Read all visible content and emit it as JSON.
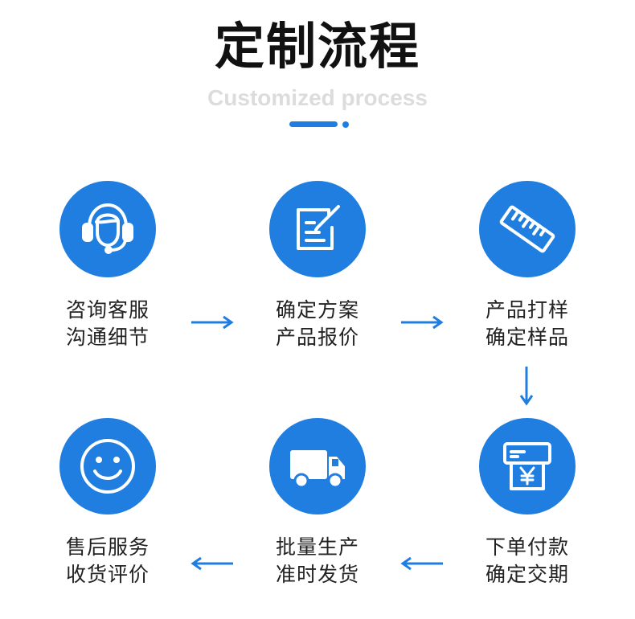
{
  "header": {
    "title": "定制流程",
    "subtitle": "Customized process"
  },
  "colors": {
    "accent": "#1f7ee0",
    "text": "#222222",
    "subtitle": "#dcdcdc"
  },
  "steps": [
    {
      "icon": "headset-support-icon",
      "line1": "咨询客服",
      "line2": "沟通细节"
    },
    {
      "icon": "edit-document-icon",
      "line1": "确定方案",
      "line2": "产品报价"
    },
    {
      "icon": "ruler-icon",
      "line1": "产品打样",
      "line2": "确定样品"
    },
    {
      "icon": "payment-terminal-icon",
      "line1": "下单付款",
      "line2": "确定交期"
    },
    {
      "icon": "delivery-truck-icon",
      "line1": "批量生产",
      "line2": "准时发货"
    },
    {
      "icon": "smiley-face-icon",
      "line1": "售后服务",
      "line2": "收货评价"
    }
  ]
}
